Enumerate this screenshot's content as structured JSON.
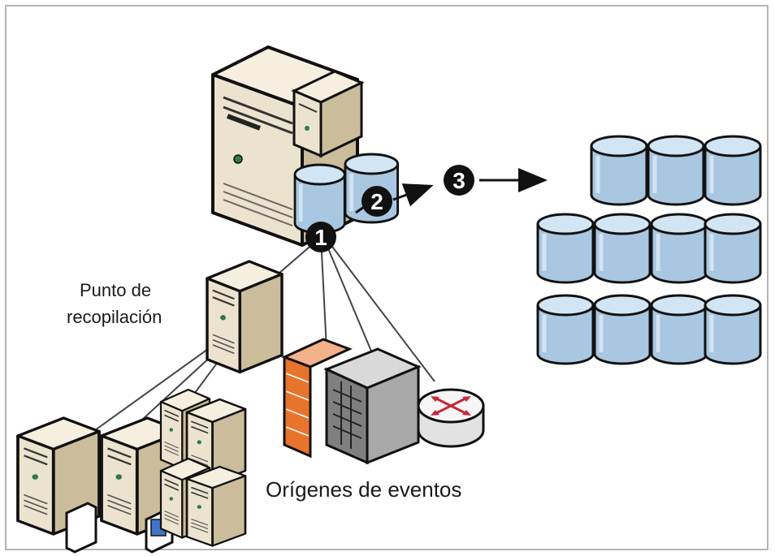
{
  "labels": {
    "collection_point_line1": "Punto de",
    "collection_point_line2": "recopilación",
    "event_sources": "Orígenes de eventos"
  },
  "steps": [
    "1",
    "2",
    "3"
  ],
  "colors": {
    "server_body": "#ece3cf",
    "server_side": "#cbbd9c",
    "server_top": "#f6efdf",
    "db_body": "#a9c7e1",
    "db_top": "#d2e5f4",
    "firewall_brick": "#e8742c",
    "appliance_gray": "#8a8a8a",
    "router_white": "#ededed",
    "router_arrow": "#c9273b",
    "outline": "#111111",
    "badge": "#111111"
  }
}
